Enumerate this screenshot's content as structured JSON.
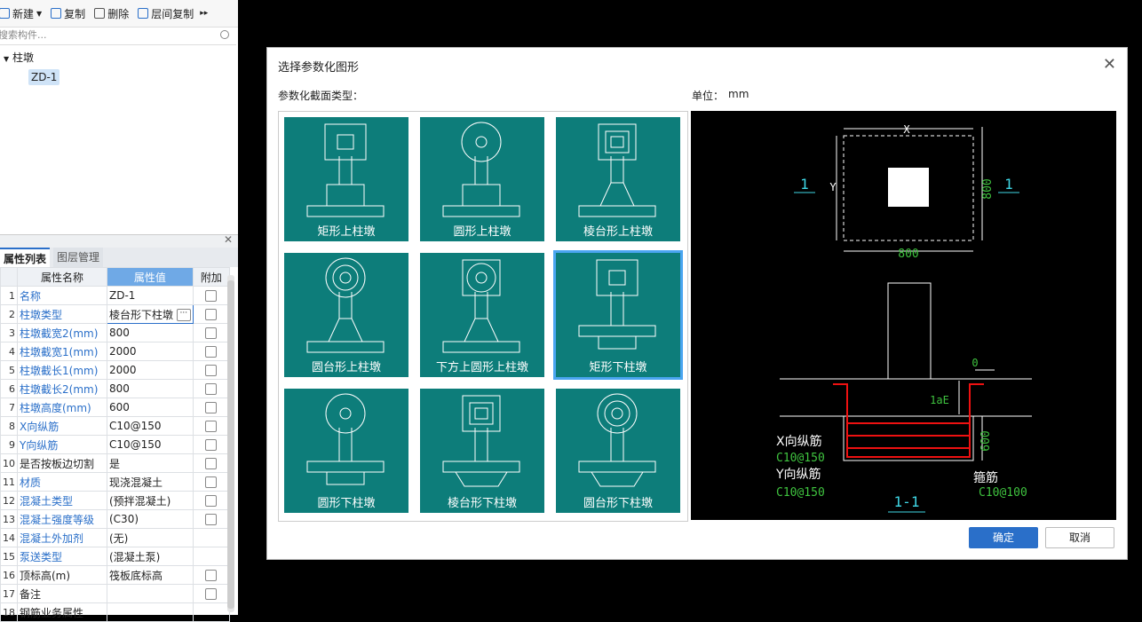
{
  "toolbar": {
    "new_label": "新建",
    "copy_label": "复制",
    "delete_label": "删除",
    "floor_copy_label": "层间复制",
    "more_label": "▸▸"
  },
  "search": {
    "placeholder": "搜索构件..."
  },
  "tree": {
    "root": "柱墩",
    "leaf": "ZD-1"
  },
  "panel": {
    "tab_props": "属性列表",
    "tab_layers": "图层管理",
    "col_name": "属性名称",
    "col_value": "属性值",
    "col_extra": "附加"
  },
  "props": [
    {
      "n": "1",
      "name": "名称",
      "value": "ZD-1",
      "blue": true,
      "cb": true
    },
    {
      "n": "2",
      "name": "柱墩类型",
      "value": "棱台形下柱墩",
      "blue": true,
      "cb": true
    },
    {
      "n": "3",
      "name": "柱墩截宽2(mm)",
      "value": "800",
      "blue": true,
      "cb": true
    },
    {
      "n": "4",
      "name": "柱墩截宽1(mm)",
      "value": "2000",
      "blue": true,
      "cb": true
    },
    {
      "n": "5",
      "name": "柱墩截长1(mm)",
      "value": "2000",
      "blue": true,
      "cb": true
    },
    {
      "n": "6",
      "name": "柱墩截长2(mm)",
      "value": "800",
      "blue": true,
      "cb": true
    },
    {
      "n": "7",
      "name": "柱墩高度(mm)",
      "value": "600",
      "blue": true,
      "cb": true
    },
    {
      "n": "8",
      "name": "X向纵筋",
      "value": "C10@150",
      "blue": true,
      "cb": true
    },
    {
      "n": "9",
      "name": "Y向纵筋",
      "value": "C10@150",
      "blue": true,
      "cb": true
    },
    {
      "n": "10",
      "name": "是否按板边切割",
      "value": "是",
      "blue": false,
      "cb": true
    },
    {
      "n": "11",
      "name": "材质",
      "value": "现浇混凝土",
      "blue": true,
      "cb": true
    },
    {
      "n": "12",
      "name": "混凝土类型",
      "value": "(预拌混凝土)",
      "blue": true,
      "cb": true
    },
    {
      "n": "13",
      "name": "混凝土强度等级",
      "value": "(C30)",
      "blue": true,
      "cb": true
    },
    {
      "n": "14",
      "name": "混凝土外加剂",
      "value": "(无)",
      "blue": true,
      "cb": false
    },
    {
      "n": "15",
      "name": "泵送类型",
      "value": "(混凝土泵)",
      "blue": true,
      "cb": false
    },
    {
      "n": "16",
      "name": "顶标高(m)",
      "value": "筏板底标高",
      "blue": false,
      "cb": true
    },
    {
      "n": "17",
      "name": "备注",
      "value": "",
      "blue": false,
      "cb": true
    },
    {
      "n": "18",
      "name": "钢筋业务属性",
      "value": "",
      "blue": false,
      "cb": false
    }
  ],
  "dialog": {
    "title": "选择参数化图形",
    "type_label": "参数化截面类型：",
    "unit_label": "单位：",
    "unit_value": "mm",
    "ok": "确定",
    "cancel": "取消"
  },
  "shapes": [
    {
      "caption": "矩形上柱墩",
      "top": "rect",
      "plan": "rect",
      "selected": false
    },
    {
      "caption": "圆形上柱墩",
      "top": "rect",
      "plan": "circle",
      "selected": false
    },
    {
      "caption": "棱台形上柱墩",
      "top": "trap",
      "plan": "frustum",
      "selected": false
    },
    {
      "caption": "圆台形上柱墩",
      "top": "trap",
      "plan": "cone",
      "selected": false
    },
    {
      "caption": "下方上圆形上柱墩",
      "top": "trap",
      "plan": "sqcircle",
      "selected": false
    },
    {
      "caption": "矩形下柱墩",
      "top": "rectdown",
      "plan": "rect",
      "selected": true
    },
    {
      "caption": "圆形下柱墩",
      "top": "rectdown",
      "plan": "circle",
      "selected": false
    },
    {
      "caption": "棱台形下柱墩",
      "top": "trapdown",
      "plan": "frustum",
      "selected": false
    },
    {
      "caption": "圆台形下柱墩",
      "top": "trapdown",
      "plan": "cone",
      "selected": false
    }
  ],
  "preview": {
    "dim_x": "X",
    "dim_y": "Y",
    "dim_800_right": "800",
    "dim_800_bottom": "800",
    "sec_left": "1",
    "sec_right": "1",
    "dim_0": "0",
    "lae": "1aE",
    "dim_600": "600",
    "x_bar_label": "X向纵筋",
    "x_bar_value": "C10@150",
    "y_bar_label": "Y向纵筋",
    "y_bar_value": "C10@150",
    "stirrup_label": "箍筋",
    "stirrup_value": "C10@100",
    "section_name": "1-1"
  }
}
